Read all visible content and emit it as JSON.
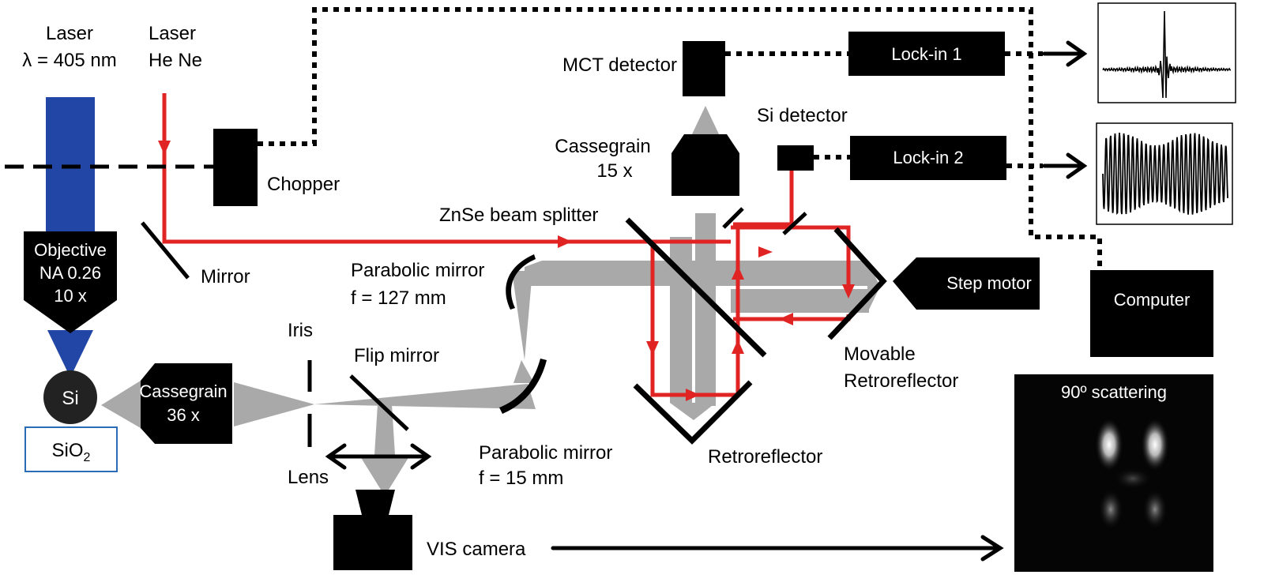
{
  "colors": {
    "laser_blue": "#2146a6",
    "laser_red": "#e02424",
    "ir_beam_gray": "#a9a9a9",
    "component_black": "#000000",
    "sio2_border": "#2a6db5"
  },
  "labels": {
    "laser405_line1": "Laser",
    "laser405_line2": "λ = 405 nm",
    "laser_hene_line1": "Laser",
    "laser_hene_line2": "He Ne",
    "objective_line1": "Objective",
    "objective_line2": "NA 0.26",
    "objective_line3": "10 x",
    "si_sample": "Si",
    "sio2_base": "SiO",
    "sio2_sub": "2",
    "cassegrain36_line1": "Cassegrain",
    "cassegrain36_line2": "36 x",
    "chopper": "Chopper",
    "mirror": "Mirror",
    "mct_detector": "MCT detector",
    "cassegrain15_line1": "Cassegrain",
    "cassegrain15_line2": "15 x",
    "si_detector": "Si detector",
    "lockin1": "Lock-in 1",
    "lockin2": "Lock-in 2",
    "znse_splitter": "ZnSe beam splitter",
    "parabolic127_line1": "Parabolic mirror",
    "parabolic127_line2": "f = 127 mm",
    "iris": "Iris",
    "flip_mirror": "Flip mirror",
    "lens": "Lens",
    "parabolic15_line1": "Parabolic mirror",
    "parabolic15_line2": "f = 15 mm",
    "vis_camera": "VIS camera",
    "retroreflector": "Retroreflector",
    "movable_retro_line1": "Movable",
    "movable_retro_line2": "Retroreflector",
    "step_motor": "Step motor",
    "computer": "Computer",
    "scattering_title": "90º scattering"
  }
}
